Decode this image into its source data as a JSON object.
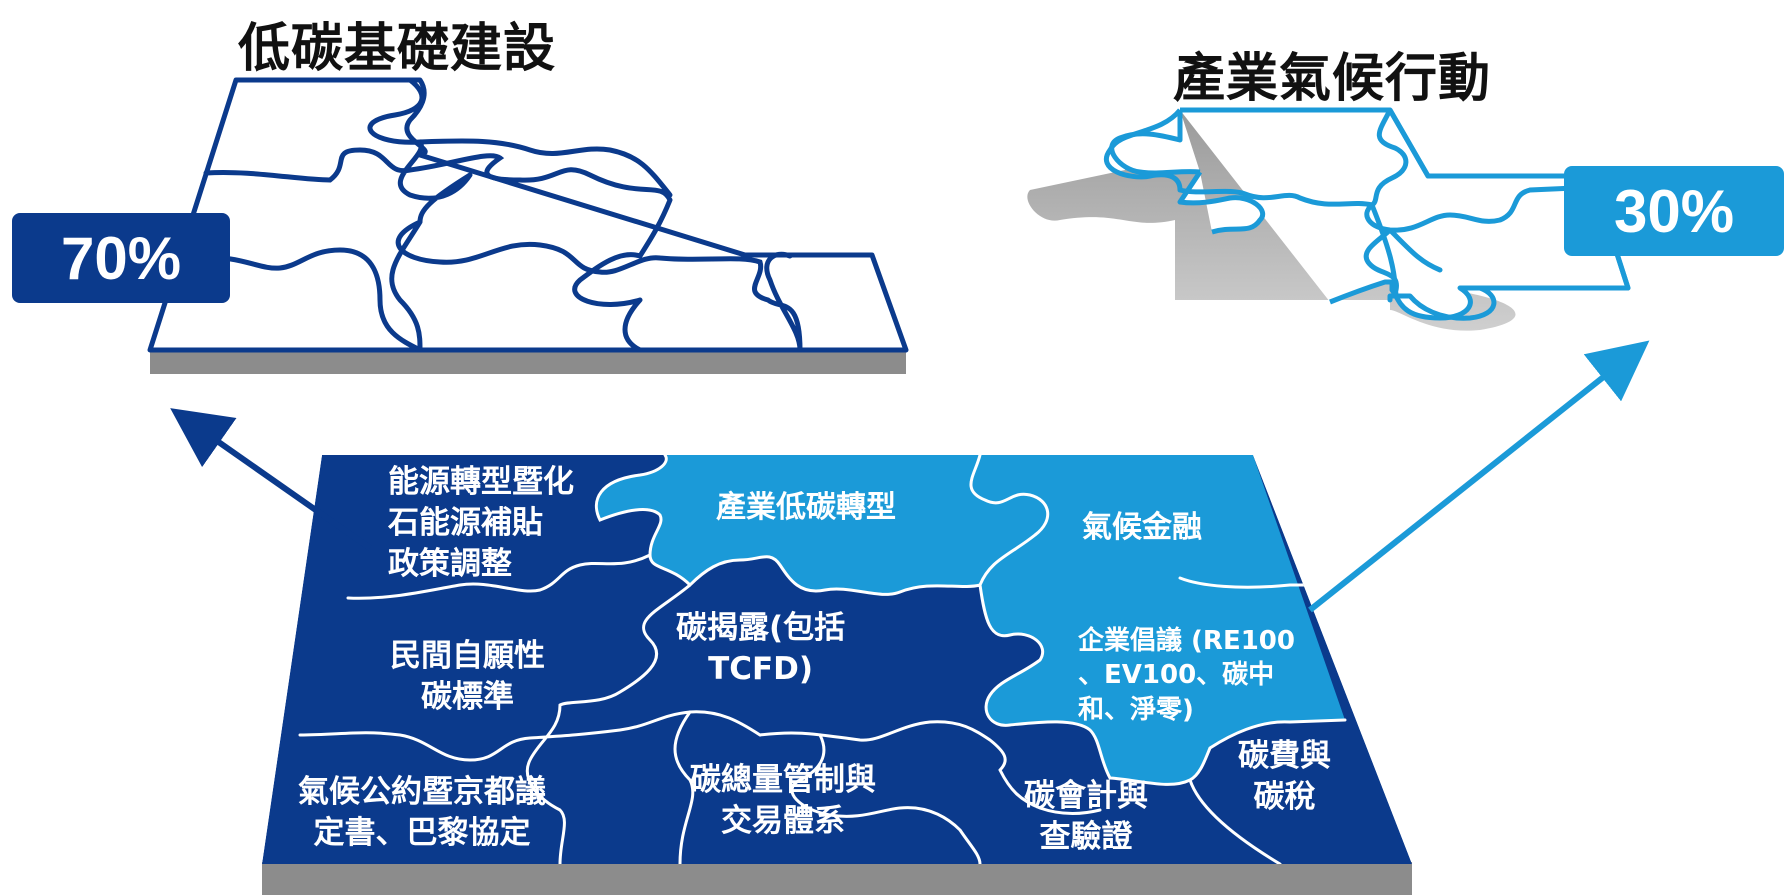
{
  "colors": {
    "dark_blue": "#0B3A8C",
    "light_blue": "#1B9AD8",
    "gray_base": "#8C8C8C",
    "white": "#FFFFFF"
  },
  "left_group": {
    "title": "低碳基礎建設",
    "percent": "70%"
  },
  "right_group": {
    "title": "產業氣候行動",
    "percent": "30%"
  },
  "pieces": {
    "energy": {
      "line1": "能源轉型暨化",
      "line2": "石能源補貼",
      "line3": "政策調整"
    },
    "industry": {
      "line1": "產業低碳轉型"
    },
    "finance": {
      "line1": "氣候金融"
    },
    "voluntary": {
      "line1": "民間自願性",
      "line2": "碳標準"
    },
    "disclosure": {
      "line1": "碳揭露(包括",
      "line2": "TCFD)"
    },
    "initiative": {
      "line1": "企業倡議 (RE100",
      "line2": "、EV100、碳中",
      "line3": "和、淨零)"
    },
    "climate_treaty": {
      "line1": "氣候公約暨京都議",
      "line2": "定書、巴黎協定"
    },
    "cap_trade": {
      "line1": "碳總量管制與",
      "line2": "交易體系"
    },
    "accounting": {
      "line1": "碳會計與",
      "line2": "查驗證"
    },
    "carbon_tax": {
      "line1": "碳費與",
      "line2": "碳稅"
    }
  }
}
